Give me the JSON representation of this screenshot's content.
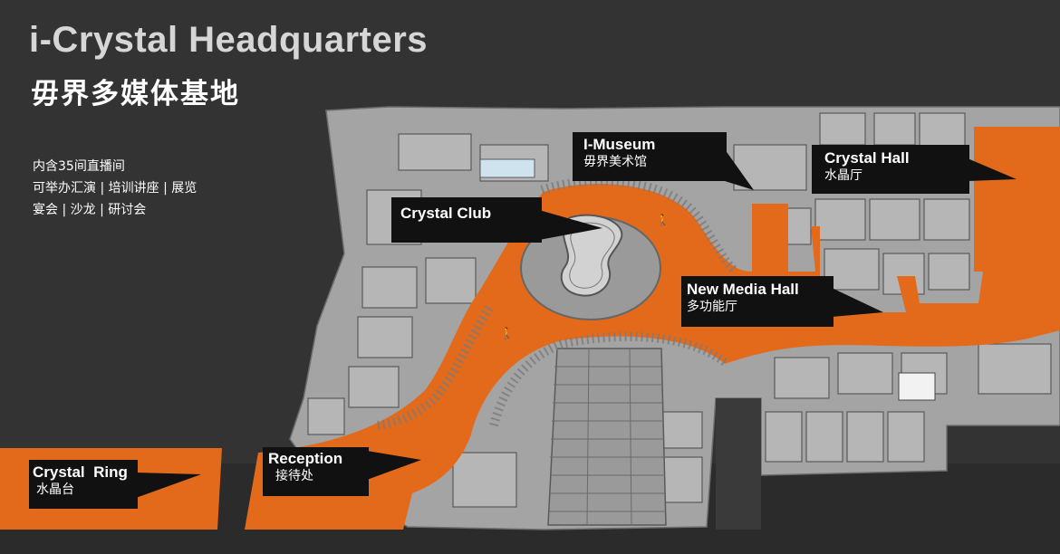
{
  "header": {
    "title": "i-Crystal Headquarters",
    "subtitle": "毋界多媒体基地"
  },
  "description": {
    "lines": [
      "内含35间直播间",
      "可举办汇演 | 培训讲座 | 展览",
      "宴会 | 沙龙 | 研讨会"
    ]
  },
  "labels": {
    "crystal_club": {
      "en": "Crystal Club",
      "zh": ""
    },
    "i_museum": {
      "en": "I-Museum",
      "zh": "毋界美术馆"
    },
    "crystal_hall": {
      "en": "Crystal Hall",
      "zh": "水晶厅"
    },
    "new_media_hall": {
      "en": "New Media Hall",
      "zh": "多功能厅"
    },
    "reception": {
      "en": "Reception",
      "zh": "接待处"
    },
    "crystal_ring": {
      "en": "Crystal  Ring",
      "zh": "水晶台"
    }
  },
  "colors": {
    "background": "#333333",
    "highlight": "#e36a1b",
    "building": "#a9a9a9",
    "label_bg": "#111111"
  }
}
